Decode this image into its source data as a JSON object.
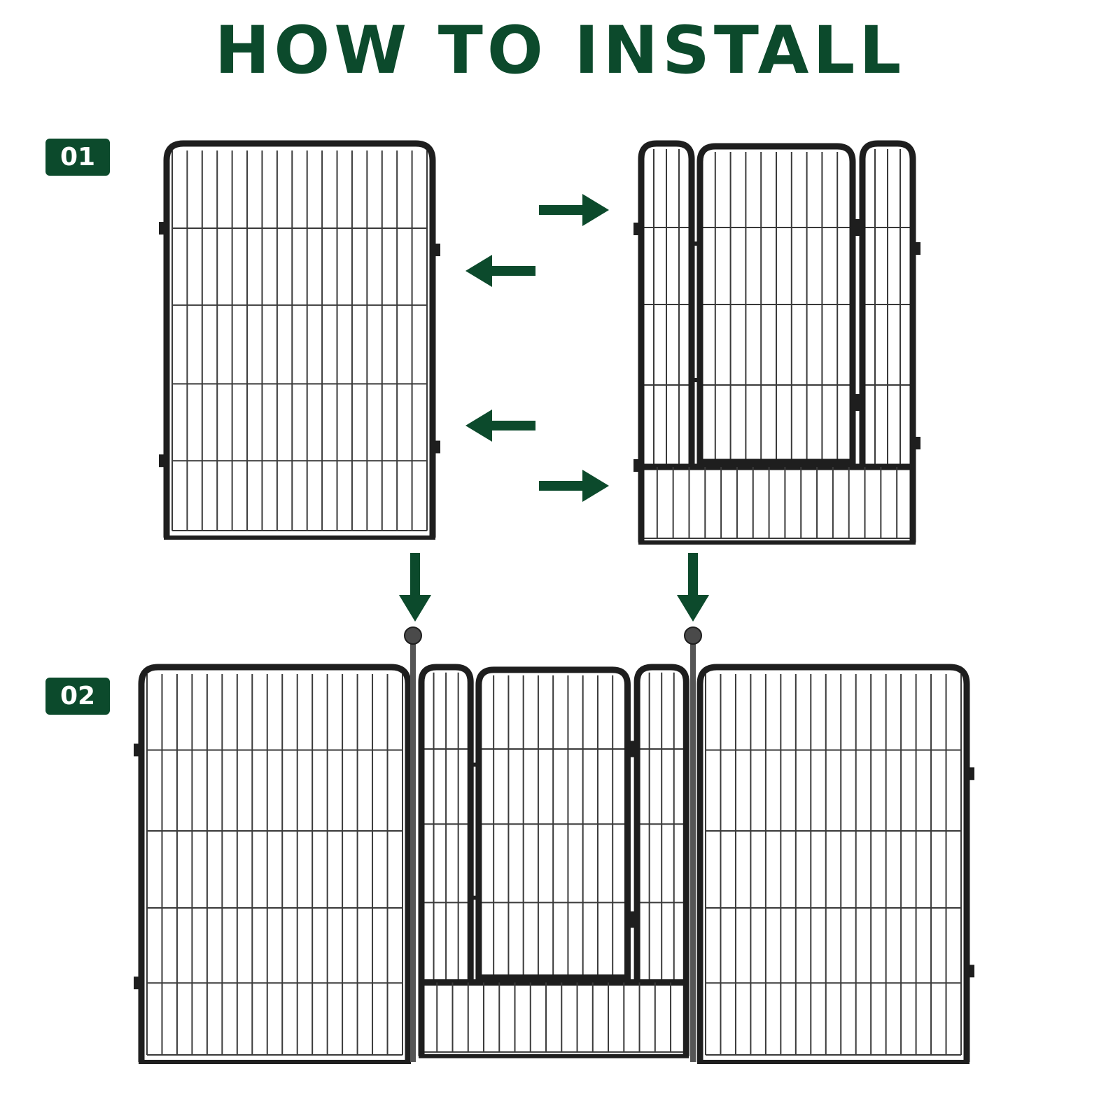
{
  "title": "HOW TO INSTALL",
  "steps": [
    {
      "label": "01"
    },
    {
      "label": "02"
    }
  ],
  "colors": {
    "accent": "#0c4a2c",
    "frame": "#1e1e1e",
    "wire": "#3a3a3a",
    "background": "#ffffff",
    "badge_text": "#ffffff"
  },
  "icons": {
    "arrow": "arrow-icon",
    "connector_rod": "rod-with-ball-top-icon"
  }
}
